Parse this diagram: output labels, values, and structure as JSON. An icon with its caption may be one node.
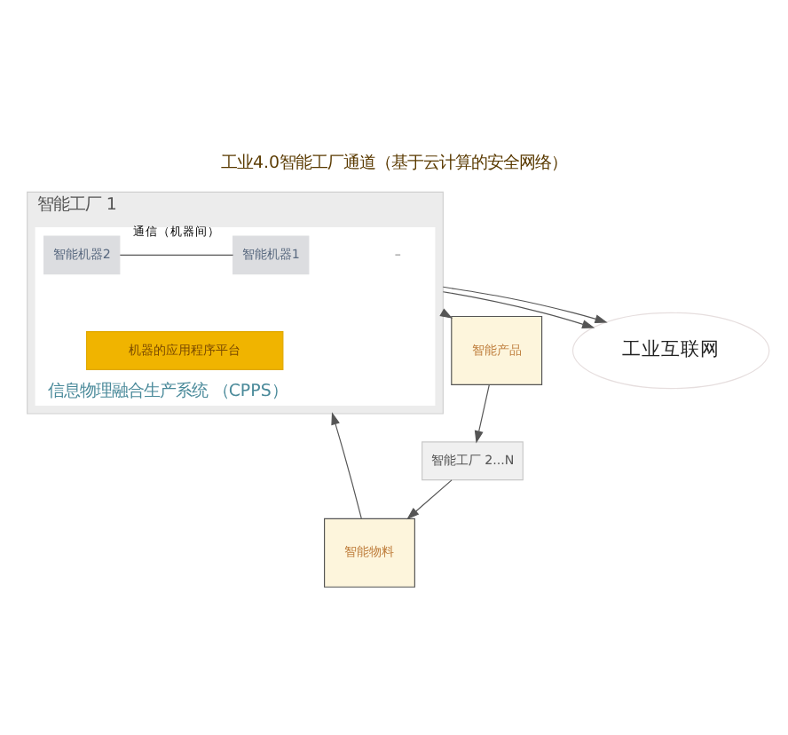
{
  "diagram": {
    "title": "工业4.0智能工厂通道（基于云计算的安全网络）",
    "nodes": [
      {
        "text": [
          "智能工厂 2...N"
        ]
      },
      {
        "text": [
          "智能工厂 1"
        ]
      },
      {
        "text": [
          "信息物理融合生产系统 （CPPS）"
        ],
        "in": 1
      },
      {
        "text": [
          "智能机器1"
        ],
        "in": 2
      },
      {
        "text": [
          "智能机器2"
        ],
        "in": 2
      },
      {
        "text": [
          "机器的应用程序平台"
        ],
        "in": 2
      },
      {
        "text": [
          "智能物料"
        ]
      },
      {
        "text": [
          "智能产品"
        ]
      },
      {
        "text": [
          "工业互联网"
        ]
      }
    ],
    "edges": [
      {
        "from": 0,
        "to": 6,
        "arrow": "to"
      },
      {
        "from": 6,
        "to": 1,
        "arrow": "to"
      },
      {
        "from": 1,
        "to": 7,
        "arrow": "to"
      },
      {
        "from": 7,
        "to": 0,
        "arrow": "to"
      },
      {
        "from": 3,
        "to": 4,
        "arrow": "none",
        "label": "通信（机器间）"
      },
      {
        "from": 1,
        "to": 8,
        "arrow": "to"
      },
      {
        "from": 1,
        "to": 8,
        "arrow": "to"
      }
    ],
    "labels": [
      "–"
    ]
  }
}
